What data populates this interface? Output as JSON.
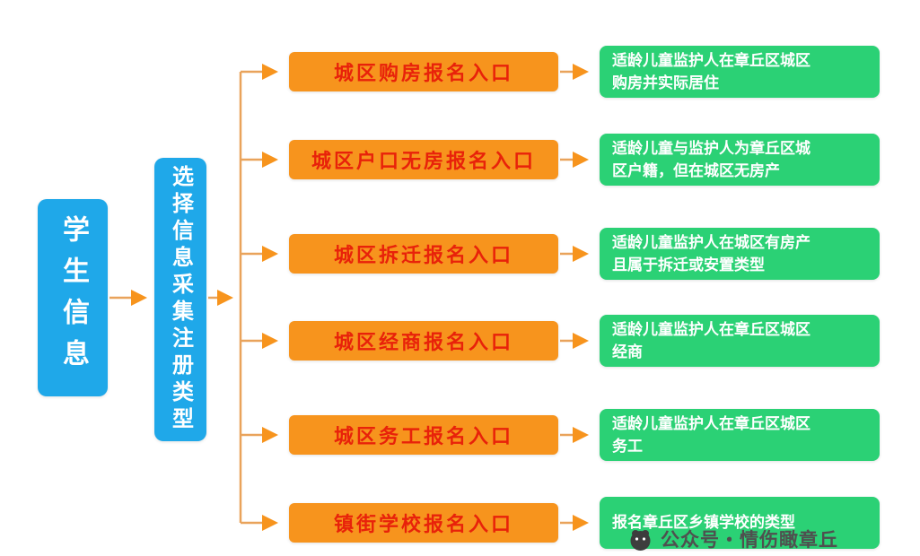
{
  "flow": {
    "student_label": "学生信息",
    "select_label": "选择信息采集注册类型",
    "rows": [
      {
        "entry": "城区购房报名入口",
        "desc": "适龄儿童监护人在章丘区城区\n购房并实际居住"
      },
      {
        "entry": "城区户口无房报名入口",
        "desc": "适龄儿童与监护人为章丘区城\n区户籍，但在城区无房产"
      },
      {
        "entry": "城区拆迁报名入口",
        "desc": "适龄儿童监护人在城区有房产\n且属于拆迁或安置类型"
      },
      {
        "entry": "城区经商报名入口",
        "desc": "适龄儿童监护人在章丘区城区\n经商"
      },
      {
        "entry": "城区务工报名入口",
        "desc": "适龄儿童监护人在章丘区城区\n务工"
      },
      {
        "entry": "镇街学校报名入口",
        "desc": "报名章丘区乡镇学校的类型"
      }
    ]
  },
  "watermark": {
    "text": "公众号・情伤瞰章丘"
  },
  "colors": {
    "blue": "#1FA8E9",
    "orange": "#F7941D",
    "entry-text": "#E8220A",
    "green": "#2BD175",
    "line": "#E9A35B",
    "watermark": "#4f4f4f"
  }
}
